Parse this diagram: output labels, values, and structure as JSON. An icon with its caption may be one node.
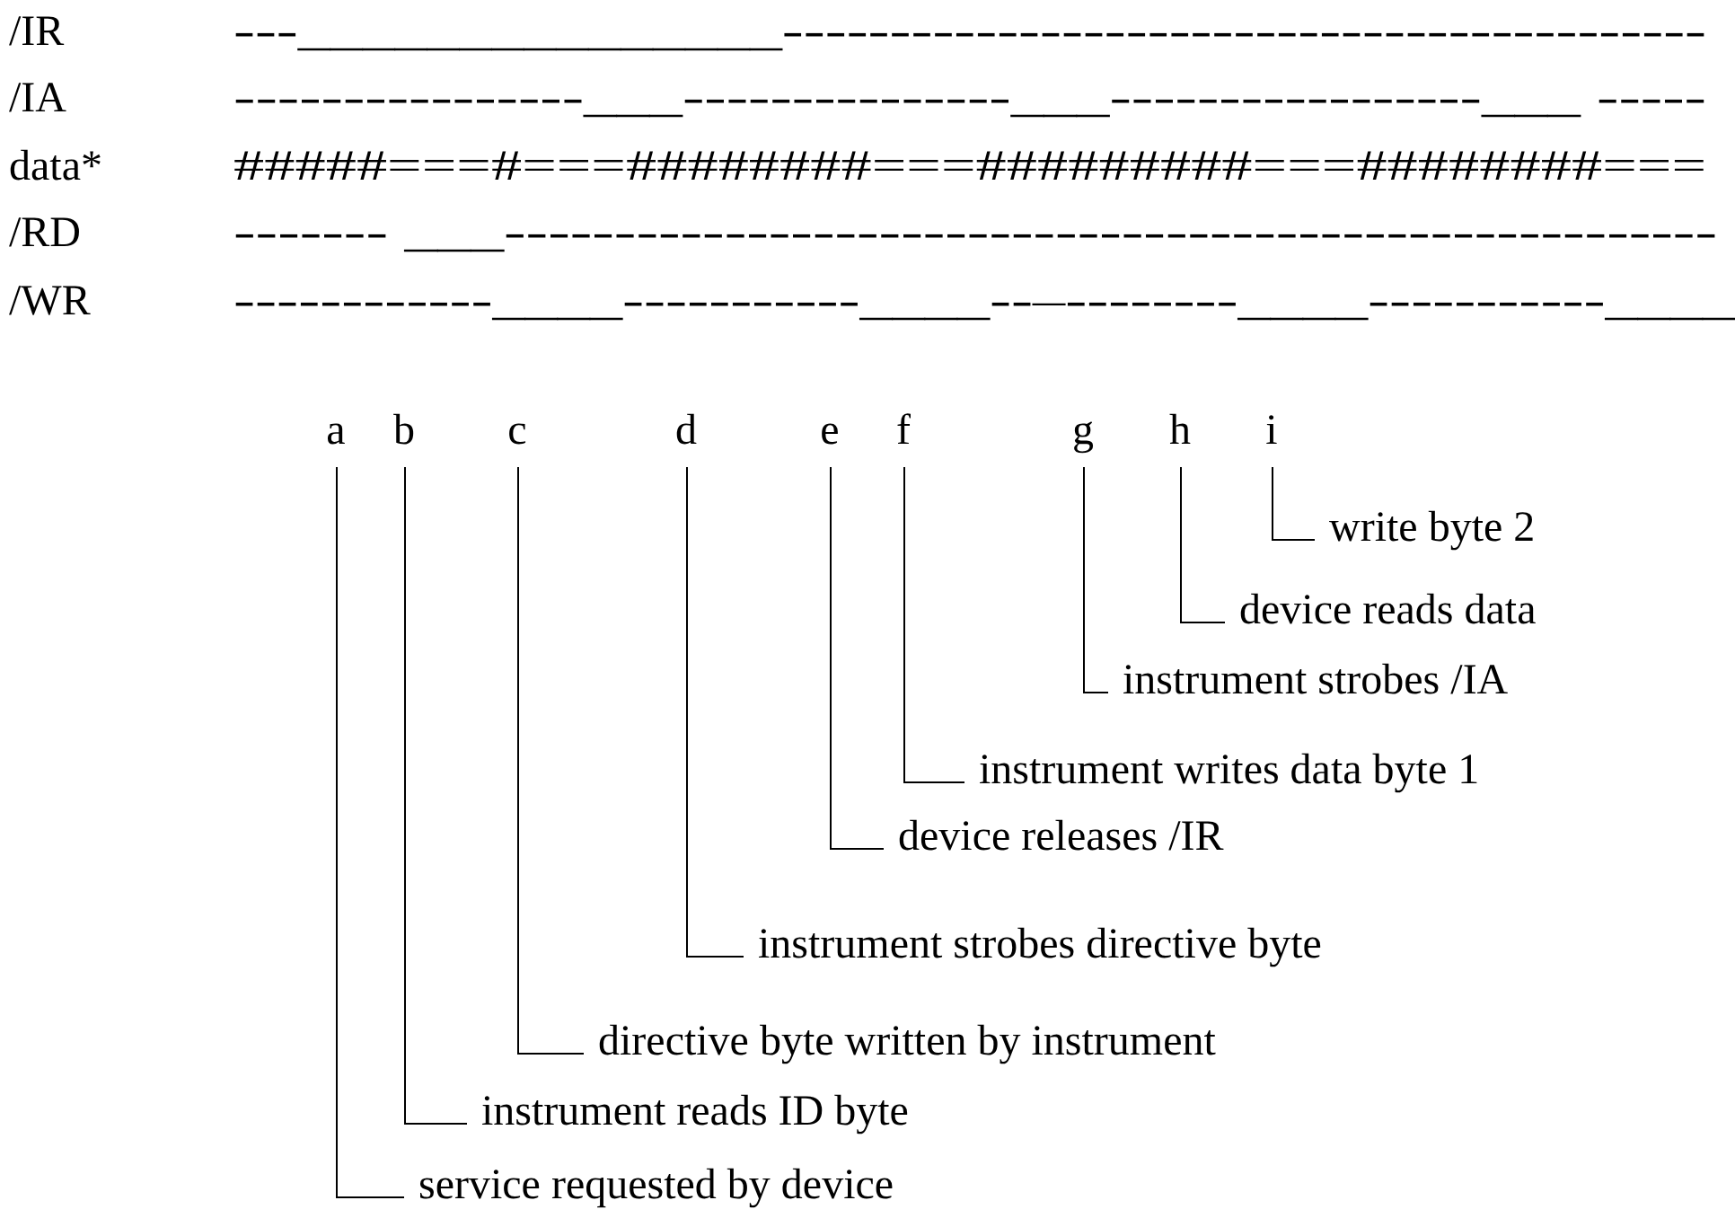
{
  "diagram": {
    "nodes": [
      {
        "text": [
          "a"
        ]
      },
      {
        "text": [
          "b"
        ]
      },
      {
        "text": [
          "c"
        ]
      },
      {
        "text": [
          "d"
        ]
      },
      {
        "text": [
          "e"
        ]
      },
      {
        "text": [
          "f"
        ]
      },
      {
        "text": [
          "g"
        ]
      },
      {
        "text": [
          "h"
        ]
      },
      {
        "text": [
          "i"
        ]
      },
      {
        "text": [
          "write byte 2"
        ]
      },
      {
        "text": [
          "device reads data"
        ]
      },
      {
        "text": [
          "instrument strobes /IA"
        ]
      },
      {
        "text": [
          "instrument writes data byte 1"
        ]
      },
      {
        "text": [
          "device releases /IR"
        ]
      },
      {
        "text": [
          "instrument strobes directive byte"
        ]
      },
      {
        "text": [
          "directive byte written by instrument"
        ]
      },
      {
        "text": [
          "instrument reads ID byte"
        ]
      },
      {
        "text": [
          "service requested by device"
        ]
      }
    ],
    "edges": [
      {
        "from": 0,
        "to": 17,
        "arrow": "none"
      },
      {
        "from": 1,
        "to": 16,
        "arrow": "none"
      },
      {
        "from": 2,
        "to": 15,
        "arrow": "none"
      },
      {
        "from": 3,
        "to": 14,
        "arrow": "none"
      },
      {
        "from": 4,
        "to": 13,
        "arrow": "none"
      },
      {
        "from": 5,
        "to": 12,
        "arrow": "none"
      },
      {
        "from": 6,
        "to": 11,
        "arrow": "none"
      },
      {
        "from": 7,
        "to": 10,
        "arrow": "none"
      },
      {
        "from": 8,
        "to": 9,
        "arrow": "none"
      }
    ],
    "labels": [
      "/IR",
      "---_______________-------------------------------------------",
      "/IA",
      "----------------___---------------___-----------------___ -----",
      "data*",
      "#####===#===########===#########===########===",
      "/RD",
      "------- ___-------------------------------------------------------",
      "/WR",
      "------------____-----------____--–--------____-----------____"
    ]
  }
}
